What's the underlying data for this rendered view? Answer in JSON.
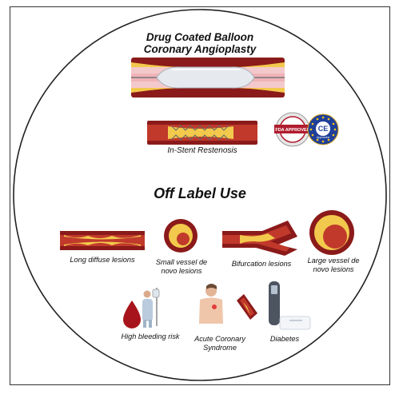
{
  "title_line1": "Drug Coated Balloon",
  "title_line2": "Coronary Angioplasty",
  "isr_label": "In-Stent Restenosis",
  "fda_badge": "FDA APPROVED",
  "ce_badge": "CE",
  "ce_badge_sub": "Approved",
  "off_label_heading": "Off Label Use",
  "lesions": {
    "long_diffuse": "Long diffuse lesions",
    "small_vessel_1": "Small vessel de",
    "small_vessel_2": "novo lesions",
    "bifurcation": "Bifurcation lesions",
    "large_vessel_1": "Large vessel de",
    "large_vessel_2": "novo lesions"
  },
  "conditions": {
    "bleeding": "High bleeding risk",
    "acs_1": "Acute Coronary",
    "acs_2": "Syndrome",
    "diabetes": "Diabetes"
  },
  "colors": {
    "vessel_wall": "#8b1a1a",
    "vessel_lumen": "#c0392b",
    "plaque": "#f2c94c",
    "balloon": "#e6e9ee",
    "eu_blue": "#1f3f99",
    "fda_red": "#b01c2e"
  }
}
